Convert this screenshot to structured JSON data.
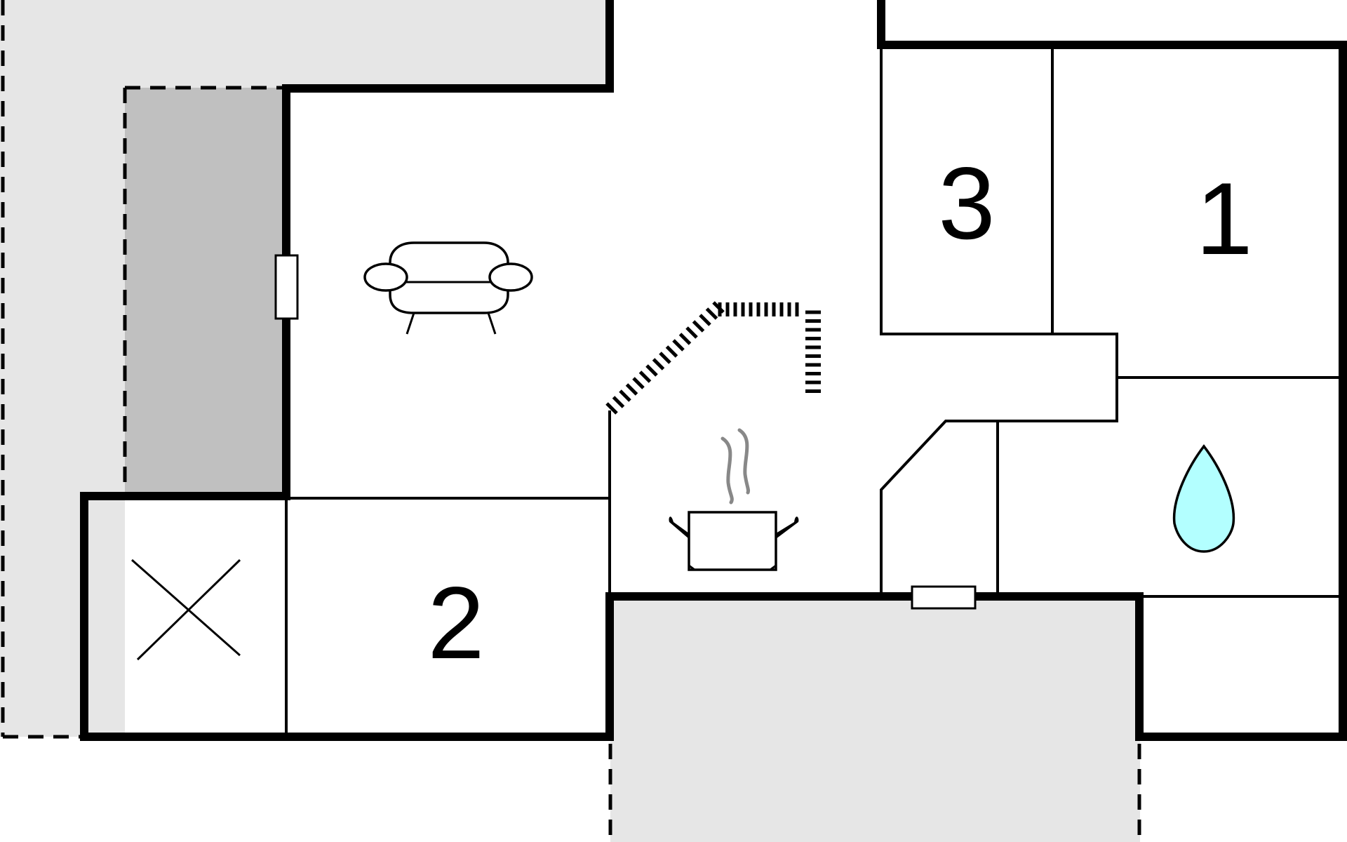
{
  "rooms": {
    "room_3": {
      "label": "3"
    },
    "room_1": {
      "label": "1"
    },
    "room_2": {
      "label": "2"
    }
  },
  "icons": {
    "living_room": "sofa-icon",
    "kitchen": "cooking-pot-icon",
    "bathroom": "water-drop-icon",
    "storage": "cross-icon"
  },
  "colors": {
    "terrace": "#e6e6e6",
    "covered_terrace": "#c0c0c0",
    "water_drop": "#b3ffff",
    "steam": "#888888",
    "wall": "#000000"
  }
}
